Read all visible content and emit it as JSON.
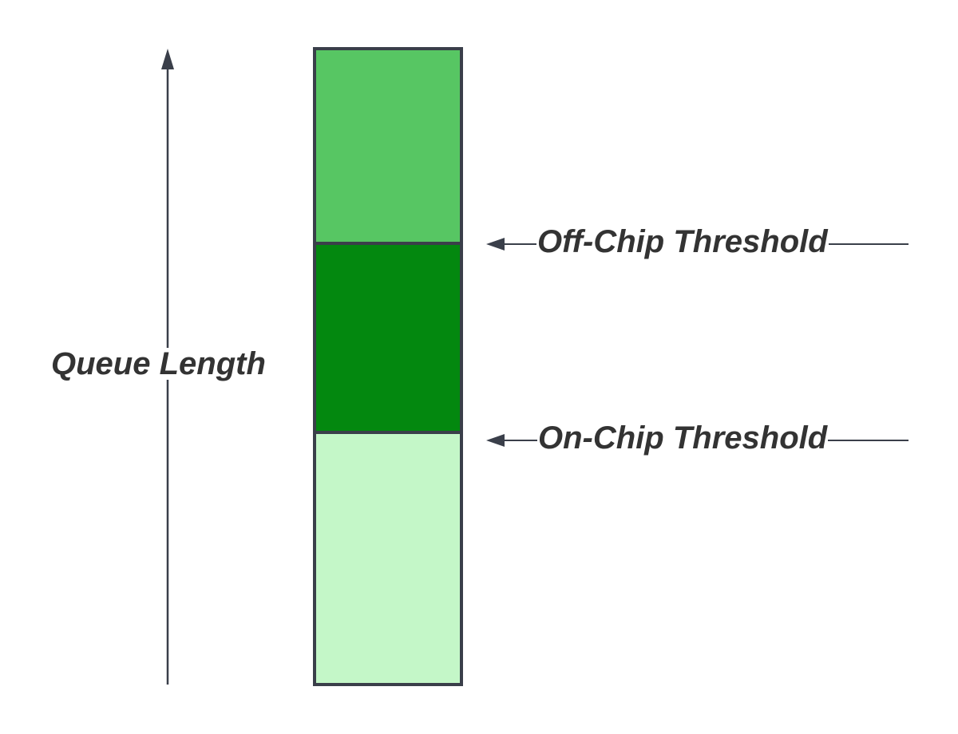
{
  "diagram": {
    "type": "queue-threshold-bar",
    "axis": {
      "label": "Queue Length",
      "direction": "up",
      "color": "#3a3f4a"
    },
    "bar": {
      "border_color": "#3a3f4a",
      "segments": [
        {
          "name": "upper",
          "color": "#57c663"
        },
        {
          "name": "middle",
          "color": "#03880f"
        },
        {
          "name": "lower",
          "color": "#c4f7c8"
        }
      ]
    },
    "thresholds": [
      {
        "label": "Off-Chip Threshold",
        "position": "between upper and middle"
      },
      {
        "label": "On-Chip Threshold",
        "position": "between middle and lower"
      }
    ],
    "text_color": "#333333"
  }
}
